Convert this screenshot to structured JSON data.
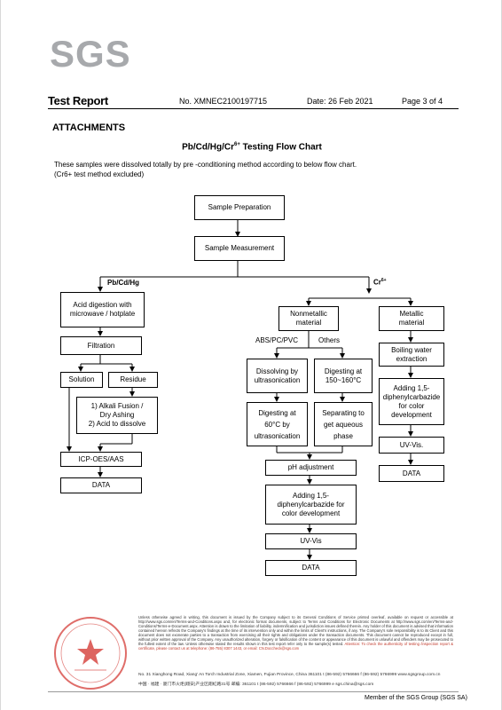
{
  "logo": {
    "text": "SGS"
  },
  "header": {
    "report_title": "Test Report",
    "report_no": "No. XMNEC2100197715",
    "date": "Date: 26 Feb 2021",
    "page": "Page 3 of 4"
  },
  "attachments_heading": "ATTACHMENTS",
  "flowchart": {
    "title_main": "Pb/Cd/Hg/Cr",
    "title_sup": "6+",
    "title_tail": " Testing Flow Chart",
    "intro_line1": "These samples were dissolved totally by pre -conditioning method according to below flow chart.",
    "intro_line2": "(Cr6+ test method excluded)",
    "sample_preparation": "Sample Preparation",
    "sample_measurement": "Sample Measurement",
    "branch_left": "Pb/Cd/Hg",
    "branch_right": "Cr",
    "branch_right_sup": "6+",
    "acid_digestion": "Acid digestion with microwave / hotplate",
    "filtration": "Filtration",
    "solution": "Solution",
    "residue": "Residue",
    "alkali_line1": "1) Alkali Fusion /",
    "alkali_line2": "Dry Ashing",
    "alkali_line3": "2) Acid to dissolve",
    "icp": "ICP-OES/AAS",
    "data_left": "DATA",
    "nonmetallic": "Nonmetallic material",
    "metallic": "Metallic material",
    "abs_label": "ABS/PC/PVC",
    "others_label": "Others",
    "dissolving": "Dissolving by ultrasonication",
    "digesting_150": "Digesting at 150~160°C",
    "digesting_60": "Digesting at 60°C by ultrasonication",
    "separating": "Separating to get aqueous phase",
    "ph_adjust": "pH adjustment",
    "adding_mid": "Adding 1,5-diphenylcarbazide for color development",
    "uv_mid": "UV-Vis",
    "data_mid": "DATA",
    "boiling": "Boiling water extraction",
    "adding_right": "Adding 1,5-diphenylcarbazide for color development",
    "uv_right": "UV-Vis.",
    "data_right": "DATA"
  },
  "footer": {
    "disclaimer": "Unless otherwise agreed in writing, this document is issued by the Company subject to its General Conditions of Service printed overleaf, available on request or accessible at http://www.sgs.com/en/Terms-and-Conditions.aspx and, for electronic format documents, subject to Terms and Conditions for Electronic Documents at http://www.sgs.com/en/Terms-and-Conditions/Terms-e-Document.aspx. Attention is drawn to the limitation of liability, indemnification and jurisdiction issues defined therein. Any holder of this document is advised that information contained hereon reflects the Company's findings at the time of its intervention only and within the limits of Client's instructions, if any. The Company's sole responsibility is to its Client and this document does not exonerate parties to a transaction from exercising all their rights and obligations under the transaction documents. This document cannot be reproduced except in full, without prior written approval of the Company. Any unauthorized alteration, forgery or falsification of the content or appearance of this document is unlawful and offenders may be prosecuted to the fullest extent of the law. Unless otherwise stated the results shown in this test report refer only to the sample(s) tested.",
    "attention": "Attention: To check the authenticity of testing /inspection report & certificate, please contact us at telephone: (86-755) 8307 1443, or email: CN.Doccheck@sgs.com",
    "address_en": "No. 31 Xianghong Road, Xiang' An Torch Industrial Zone, Xiamen, Fujian Province, China  361101   t (86-592) 5766666   f (86-592) 5766999   www.sgsgroup.com.cn",
    "address_cn": "中国 · 福建 · 厦门市火炬(翔安)产业区翔虹路31号          邮编: 361101   t (86-592) 5766666   f (86-592) 5766999   e sgs.china@sgs.com",
    "member": "Member of the SGS Group (SGS SA)"
  },
  "colors": {
    "logo_grey": "#a7a9ac",
    "seal_red": "#d9534f"
  }
}
